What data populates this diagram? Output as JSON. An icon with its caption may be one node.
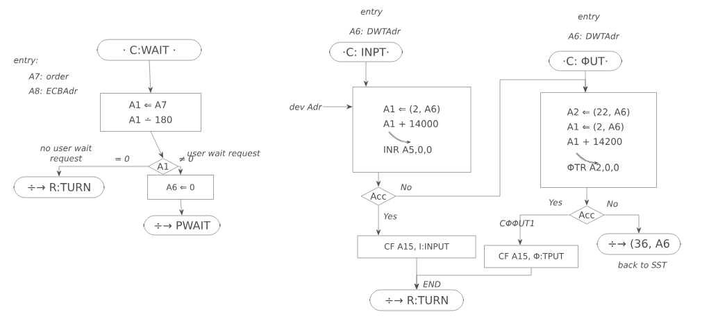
{
  "diagram": {
    "nodes": [
      {
        "text": [
          "· C:WAIT ·"
        ],
        "beside": [
          "entry:",
          "A7: order",
          "A8: ECBAdr"
        ]
      },
      {
        "text": [
          "A1 ⇐ A7",
          "A1 ∸ 180"
        ]
      },
      {
        "text": [
          "A1"
        ]
      },
      {
        "text": [
          "÷→ R:TURN"
        ]
      },
      {
        "text": [
          "A6 ⇐ 0"
        ]
      },
      {
        "text": [
          "÷→ PWAIT"
        ]
      },
      {
        "text": [
          "·C: INPT·"
        ],
        "beside": [
          "entry",
          "A6: DWTAdr"
        ]
      },
      {
        "text": [
          "dev Adr"
        ]
      },
      {
        "text": [
          "A1 ⇐ (2, A6)",
          "A1 + 14000",
          "INR A5,0,0"
        ]
      },
      {
        "text": [
          "Acc"
        ]
      },
      {
        "text": [
          "CF A15, I:INPUT"
        ]
      },
      {
        "text": [
          "÷→ R:TURN"
        ]
      },
      {
        "text": [
          "·C: ΦUT·"
        ],
        "beside": [
          "entry",
          "A6: DWTAdr"
        ]
      },
      {
        "text": [
          "A2 ⇐ (22, A6)",
          "A1 ⇐ (2, A6)",
          "A1 + 14200",
          "ΦTR A2,0,0"
        ]
      },
      {
        "text": [
          "Acc"
        ]
      },
      {
        "text": [
          "CF A15, Φ:TPUT"
        ]
      },
      {
        "text": [
          "÷→ (36, A6"
        ],
        "beside": [
          "back to SST"
        ]
      }
    ],
    "edges": [
      {
        "from": 0,
        "to": 1,
        "arrow": "to"
      },
      {
        "from": 1,
        "to": 2,
        "arrow": "to"
      },
      {
        "from": 2,
        "to": 3,
        "arrow": "to",
        "label": "= 0"
      },
      {
        "from": 2,
        "to": 4,
        "arrow": "to",
        "label": "≠ 0"
      },
      {
        "from": 4,
        "to": 5,
        "arrow": "to"
      },
      {
        "from": 6,
        "to": 8,
        "arrow": "to"
      },
      {
        "from": 7,
        "to": 8,
        "arrow": "to"
      },
      {
        "from": 8,
        "to": 9,
        "arrow": "to"
      },
      {
        "from": 9,
        "to": 13,
        "arrow": "to",
        "label": "No"
      },
      {
        "from": 9,
        "to": 10,
        "arrow": "to",
        "label": "Yes"
      },
      {
        "from": 10,
        "to": 11,
        "arrow": "to",
        "label": "END"
      },
      {
        "from": 12,
        "to": 13,
        "arrow": "to"
      },
      {
        "from": 13,
        "to": 14,
        "arrow": "to"
      },
      {
        "from": 14,
        "to": 15,
        "arrow": "to",
        "label": "Yes"
      },
      {
        "from": 14,
        "to": 16,
        "arrow": "to",
        "label": "No"
      },
      {
        "from": 15,
        "to": 11,
        "arrow": "to"
      }
    ],
    "labels": [
      "no user wait request",
      "user wait request",
      "CΦΦUT1"
    ]
  }
}
